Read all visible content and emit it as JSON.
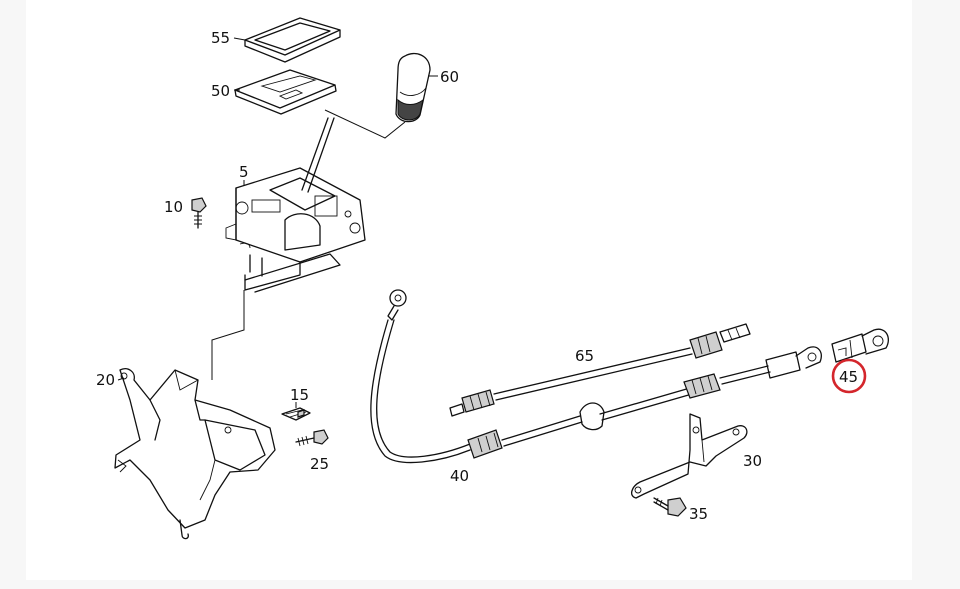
{
  "diagram": {
    "highlight_color": "#d4262c",
    "labels": {
      "p55": "55",
      "p50": "50",
      "p60": "60",
      "p5": "5",
      "p10": "10",
      "p20": "20",
      "p15": "15",
      "p25": "25",
      "p65": "65",
      "p40": "40",
      "p30": "30",
      "p35": "35",
      "p45": "45"
    },
    "highlighted_part": "45"
  }
}
